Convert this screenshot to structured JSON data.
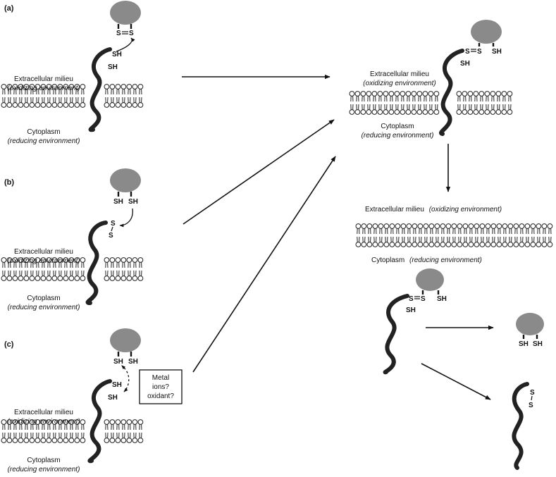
{
  "panels": {
    "a": {
      "label": "(a)",
      "milieu": "Extracellular milieu",
      "milieu_env": "(oxidizing environment)",
      "cyto": "Cytoplasm",
      "cyto_env": "(reducing environment)",
      "prot_s1": "S",
      "prot_s2": "S",
      "chain_sh1": "SH",
      "chain_sh2": "SH"
    },
    "b": {
      "label": "(b)",
      "milieu": "Extracellular milieu",
      "milieu_env": "(oxidizing environment)",
      "cyto": "Cytoplasm",
      "cyto_env": "(reducing environment)",
      "prot_sh1": "SH",
      "prot_sh2": "SH",
      "chain_s1": "S",
      "chain_s2": "S"
    },
    "c": {
      "label": "(c)",
      "milieu": "Extracellular milieu",
      "milieu_env": "(oxidizing environment)",
      "cyto": "Cytoplasm",
      "cyto_env": "(reducing environment)",
      "prot_sh1": "SH",
      "prot_sh2": "SH",
      "chain_sh1": "SH",
      "chain_sh2": "SH",
      "box_line1": "Metal",
      "box_line2": "ions?",
      "box_line3": "oxidant?"
    }
  },
  "result": {
    "milieu": "Extracellular milieu",
    "milieu_env": "(oxidizing environment)",
    "cyto": "Cytoplasm",
    "cyto_env": "(reducing environment)",
    "s1": "S",
    "s2": "S",
    "prot_sh": "SH",
    "chain_sh": "SH"
  },
  "lower": {
    "milieu": "Extracellular milieu",
    "milieu_env": "(oxidizing environment)",
    "cyto": "Cytoplasm",
    "cyto_env": "(reducing environment)"
  },
  "internal": {
    "s1": "S",
    "s2": "S",
    "prot_sh": "SH",
    "chain_sh": "SH"
  },
  "free_protein": {
    "sh1": "SH",
    "sh2": "SH"
  },
  "free_chain": {
    "s1": "S",
    "s2": "S"
  },
  "colors": {
    "protein": "#8a8a8a",
    "chain": "#222222",
    "lipid": "#222222"
  }
}
